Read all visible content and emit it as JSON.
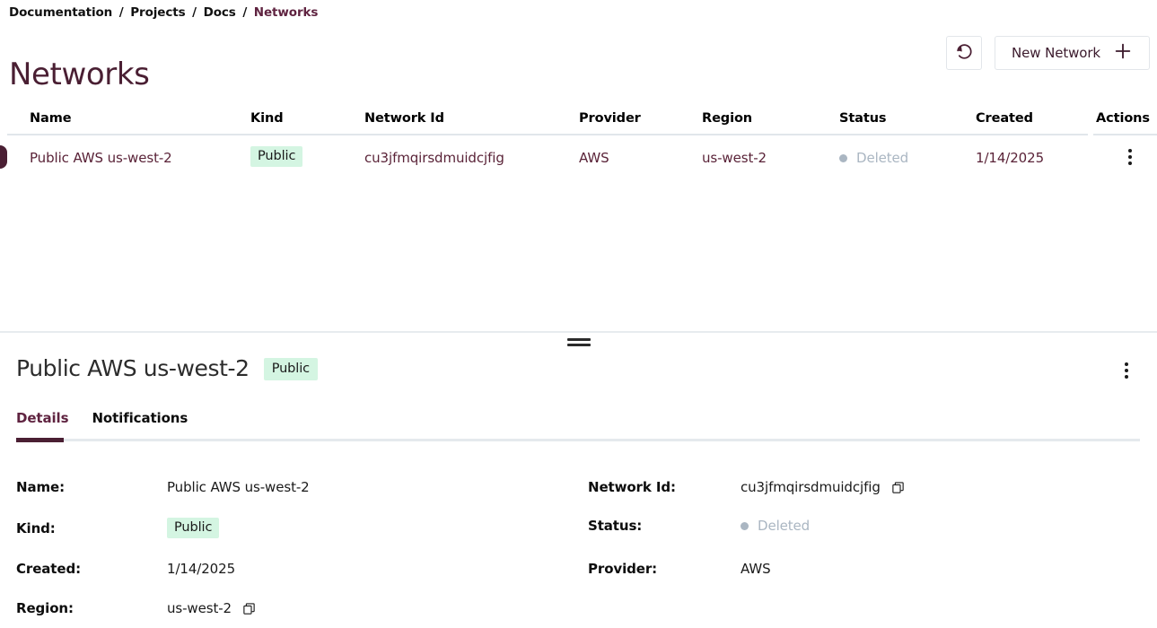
{
  "breadcrumb": {
    "items": [
      "Documentation",
      "Projects",
      "Docs",
      "Networks"
    ],
    "separator": "/"
  },
  "page": {
    "title": "Networks"
  },
  "header_actions": {
    "refresh_icon": "refresh-ccw-icon",
    "new_network_label": "New Network",
    "plus_icon": "plus-icon"
  },
  "table": {
    "columns": [
      "Name",
      "Kind",
      "Network Id",
      "Provider",
      "Region",
      "Status",
      "Created",
      "Actions"
    ],
    "rows": [
      {
        "name": "Public AWS us-west-2",
        "kind": "Public",
        "network_id": "cu3jfmqirsdmuidcjfig",
        "provider": "AWS",
        "region": "us-west-2",
        "status": "Deleted",
        "created": "1/14/2025",
        "actions_icon": "kebab-menu-icon",
        "selected": true
      }
    ]
  },
  "splitter": {
    "handle_icon": "drag-handle-icon"
  },
  "detail": {
    "title": "Public AWS us-west-2",
    "badge": "Public",
    "menu_icon": "kebab-menu-icon",
    "tabs": [
      {
        "label": "Details",
        "active": true
      },
      {
        "label": "Notifications",
        "active": false
      }
    ],
    "fields_left": [
      {
        "label": "Name:",
        "value": "Public AWS us-west-2",
        "type": "text"
      },
      {
        "label": "Kind:",
        "value": "Public",
        "type": "badge"
      },
      {
        "label": "Created:",
        "value": "1/14/2025",
        "type": "text"
      },
      {
        "label": "Region:",
        "value": "us-west-2",
        "type": "copy"
      }
    ],
    "fields_right": [
      {
        "label": "Network Id:",
        "value": "cu3jfmqirsdmuidcjfig",
        "type": "copy"
      },
      {
        "label": "Status:",
        "value": "Deleted",
        "type": "status"
      },
      {
        "label": "Provider:",
        "value": "AWS",
        "type": "text"
      }
    ],
    "copy_icon": "copy-icon"
  },
  "colors": {
    "accent": "#4a1f33",
    "accent_text": "#5f2340",
    "row_text": "#5a2338",
    "badge_bg": "#d4f5e2",
    "status_muted": "#aab6c2",
    "rule": "#e1e6eb",
    "border": "#e2e6ea"
  }
}
